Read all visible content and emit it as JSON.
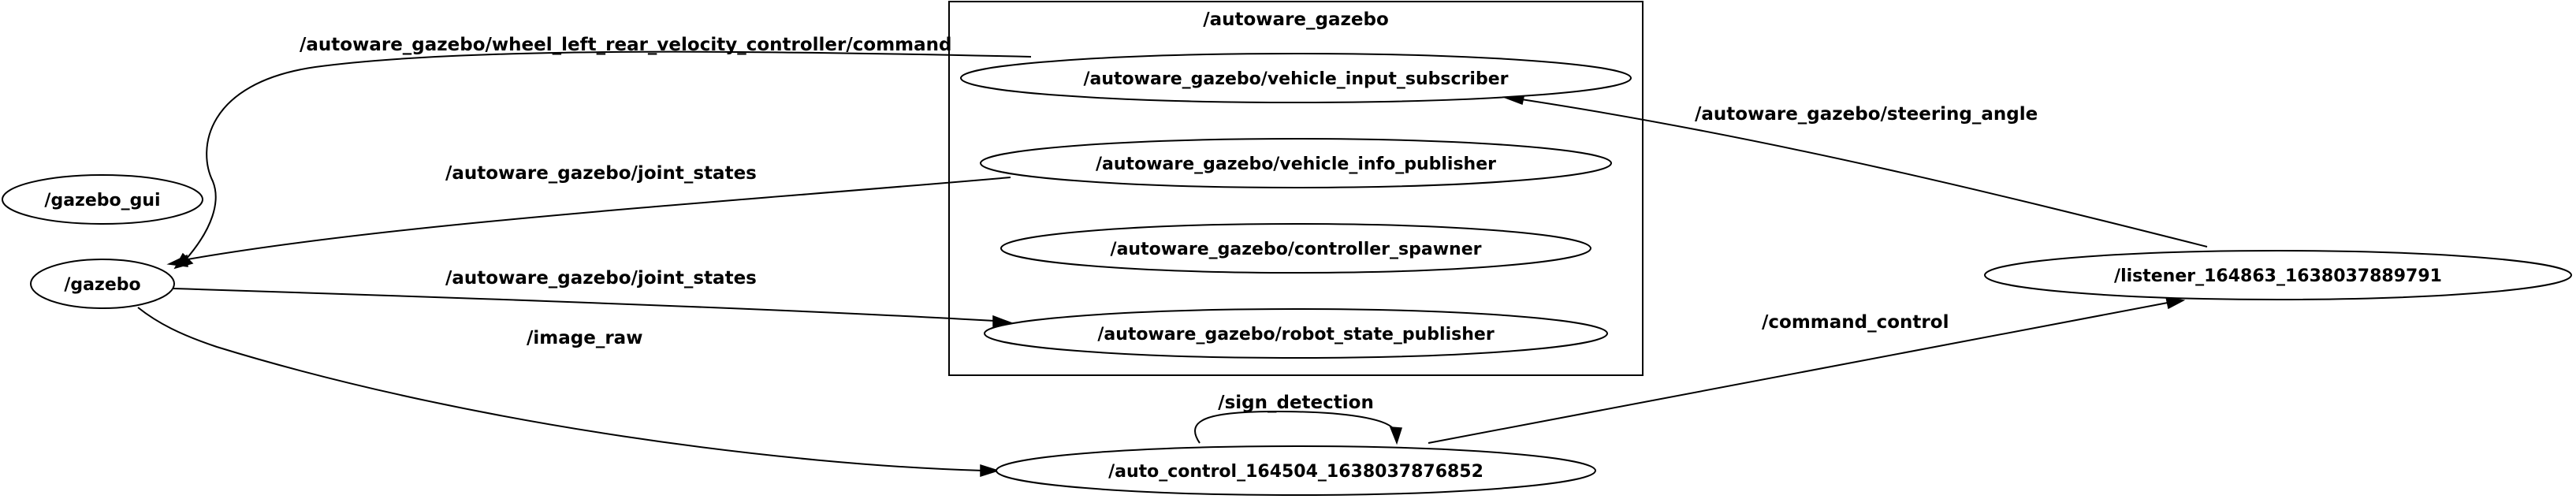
{
  "cluster": {
    "label": "/autoware_gazebo"
  },
  "nodes": {
    "vehicle_input_subscriber": "/autoware_gazebo/vehicle_input_subscriber",
    "vehicle_info_publisher": "/autoware_gazebo/vehicle_info_publisher",
    "controller_spawner": "/autoware_gazebo/controller_spawner",
    "robot_state_publisher": "/autoware_gazebo/robot_state_publisher",
    "gazebo_gui": "/gazebo_gui",
    "gazebo": "/gazebo",
    "listener": "/listener_164863_1638037889791",
    "auto_control": "/auto_control_164504_1638037876852"
  },
  "edges": {
    "wheel_cmd": "/autoware_gazebo/wheel_left_rear_velocity_controller/command",
    "joint_states_1": "/autoware_gazebo/joint_states",
    "joint_states_2": "/autoware_gazebo/joint_states",
    "image_raw": "/image_raw",
    "steering_angle": "/autoware_gazebo/steering_angle",
    "command_control": "/command_control",
    "sign_detection": "/sign_detection"
  }
}
